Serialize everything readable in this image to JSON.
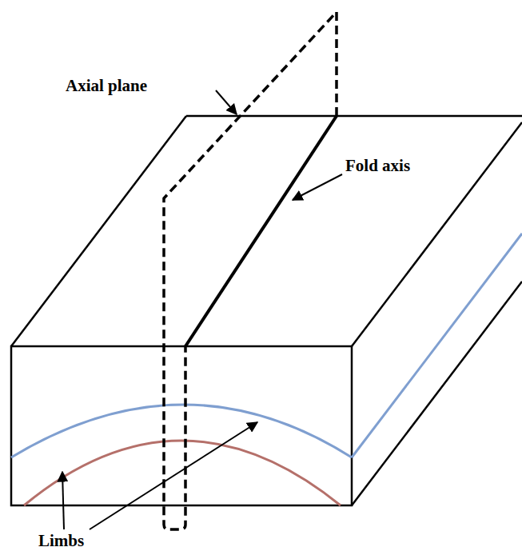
{
  "diagram": {
    "labels": [
      "Axial plane",
      "Fold axis",
      "Limbs"
    ]
  }
}
